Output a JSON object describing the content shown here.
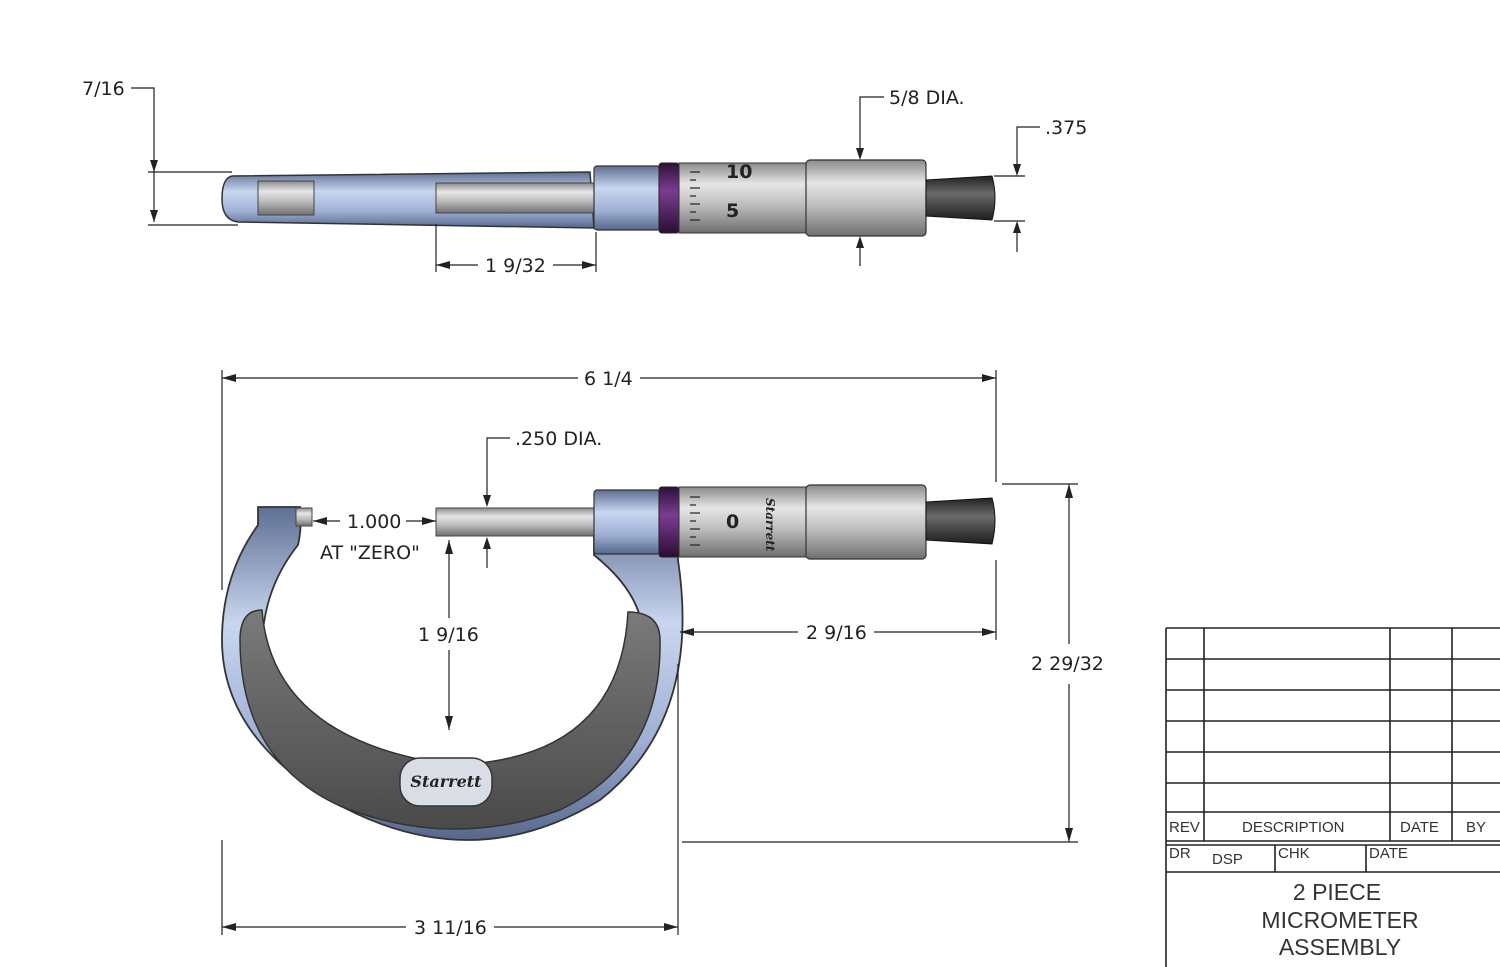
{
  "dimensions": {
    "frame_thickness": "7/16",
    "thimble_diameter": "5/8  DIA.",
    "ratchet_diameter": ".375",
    "sleeve_length": "1 9/32",
    "overall_length": "6 1/4",
    "spindle_diameter": ".250  DIA.",
    "anvil_gap": "1.000",
    "anvil_gap_note": "AT  \"ZERO\"",
    "throat_depth": "1 9/16",
    "barrel_length": "2 9/16",
    "overall_height": "2 29/32",
    "frame_width": "3 11/16"
  },
  "brand": "Starrett",
  "scale_marks": {
    "top_10": "10",
    "top_5": "5",
    "front_0": "0"
  },
  "title_block": {
    "headers": {
      "rev": "REV",
      "description": "DESCRIPTION",
      "date": "DATE",
      "by": "BY"
    },
    "dr_label": "DR",
    "dr_value": "DSP",
    "chk_label": "CHK",
    "date_label": "DATE",
    "title_lines": [
      "2 PIECE",
      "MICROMETER",
      "ASSEMBLY"
    ]
  },
  "colors": {
    "frame_blue": "#9fb4d8",
    "frame_grip": "#5b5b5b",
    "steel": "#c8c8c8",
    "ring_purple": "#5a2a6e",
    "ratchet_dark": "#3c3c3c"
  }
}
